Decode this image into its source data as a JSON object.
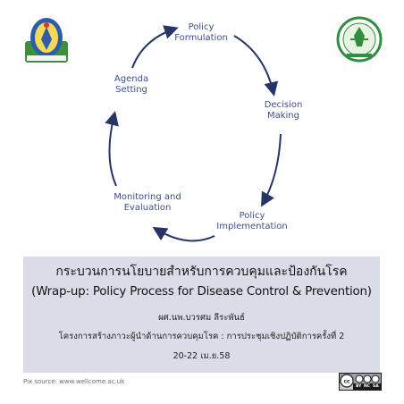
{
  "diagram": {
    "nodes": [
      {
        "line1": "Policy",
        "line2": "Formulation"
      },
      {
        "line1": "Decision",
        "line2": "Making"
      },
      {
        "line1": "Policy",
        "line2": "Implementation"
      },
      {
        "line1": "Monitoring and",
        "line2": "Evaluation"
      },
      {
        "line1": "Agenda",
        "line2": "Setting"
      }
    ],
    "node_color": "#3d4f8a",
    "arrow_color": "#26346a"
  },
  "panel": {
    "title_th": "กระบวนการนโยบายสำหรับการควบคุมและป้องกันโรค",
    "title_en": "(Wrap-up: Policy Process for Disease Control & Prevention)",
    "author": "ผศ.นพ.บวรศม ลีระพันธ์",
    "project": "โครงการสร้างภาวะผู้นำด้านการควบคุมโรค : การประชุมเชิงปฏิบัติการครั้งที่ 2",
    "date": "20-22 เม.ย.58",
    "background": "#dadde7"
  },
  "source": "Pix source: www.wellcome.ac.uk",
  "license": {
    "by": "BY",
    "nc": "NC",
    "sa": "SA"
  }
}
